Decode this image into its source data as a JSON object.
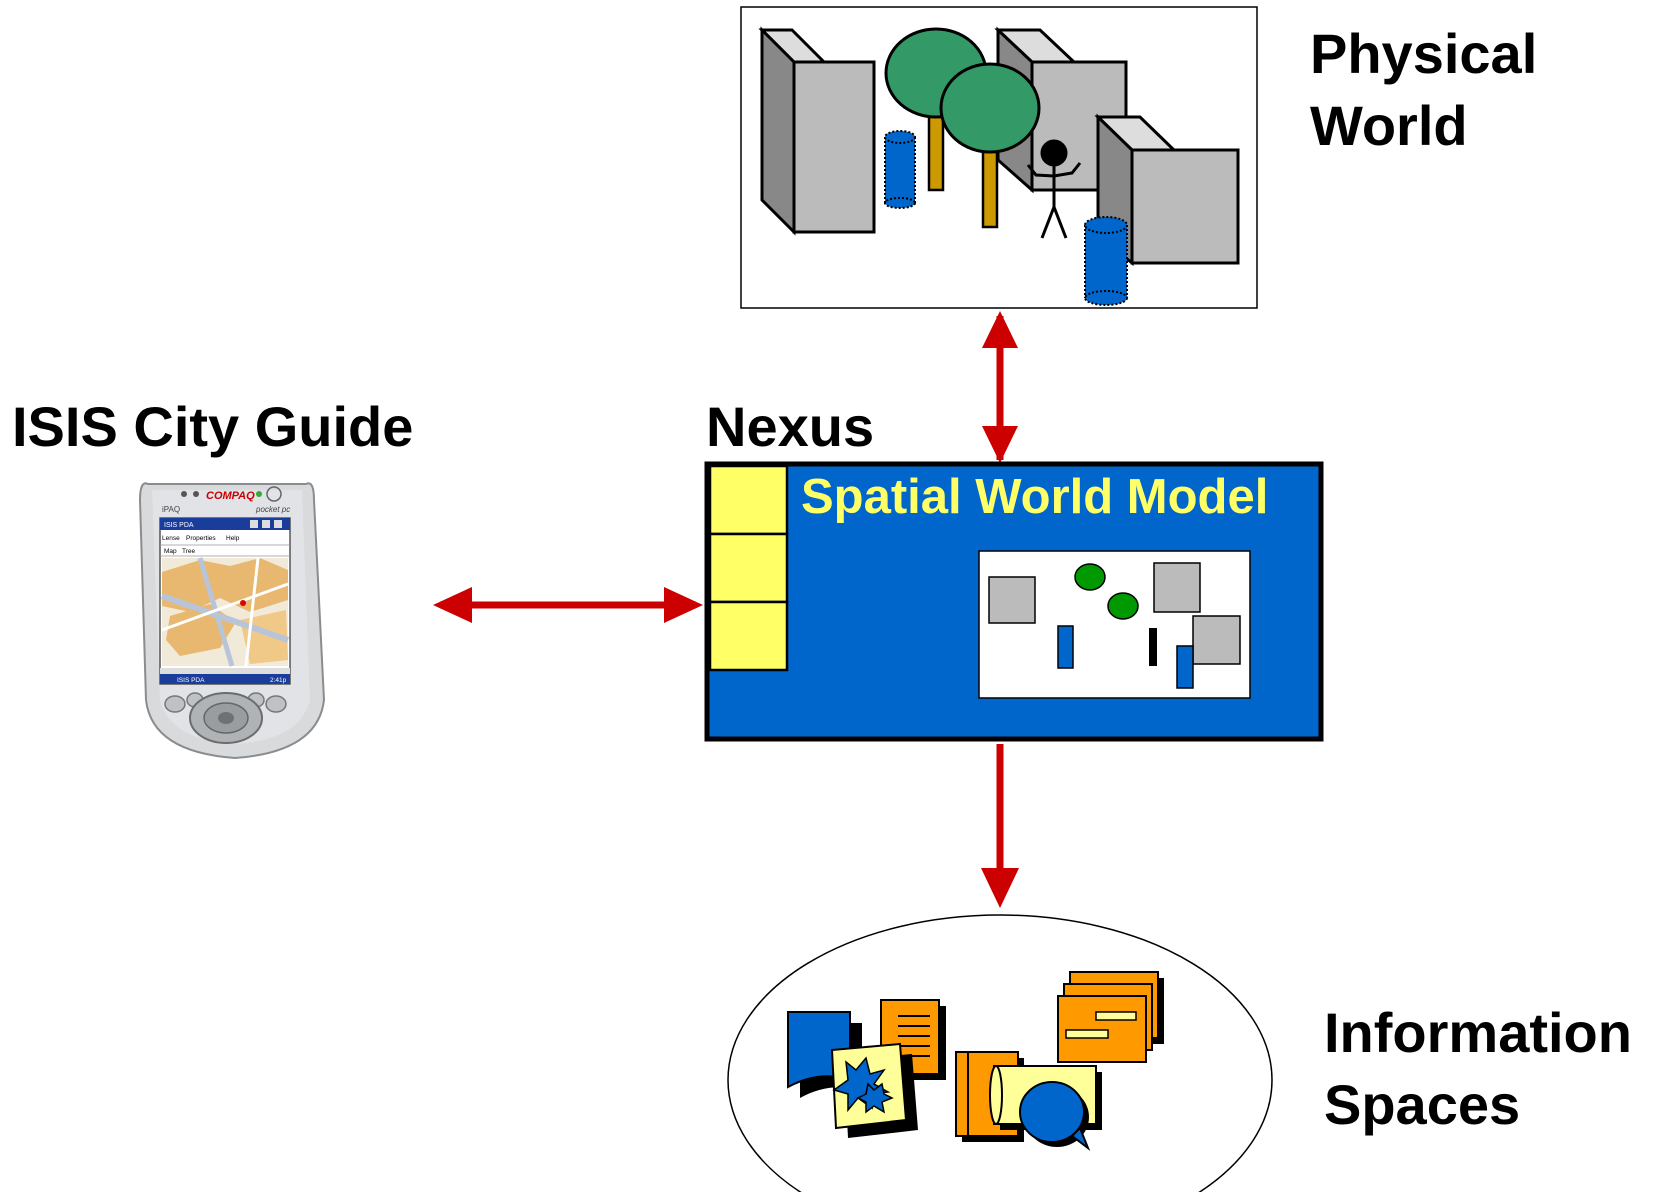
{
  "labels": {
    "physical_world_line1": "Physical",
    "physical_world_line2": "World",
    "isis_city_guide": "ISIS City Guide",
    "nexus": "Nexus",
    "spatial_world_model": "Spatial World Model",
    "information_line1": "Information",
    "information_line2": "Spaces"
  },
  "pda": {
    "brand": "COMPAQ",
    "model": "iPAQ",
    "os": "pocket pc",
    "app_title": "ISIS PDA",
    "menu_items": [
      "Lense",
      "Properties",
      "Help"
    ],
    "tabs": [
      "Map",
      "Tree"
    ],
    "taskbar_app": "ISIS PDA",
    "taskbar_time": "2:41p"
  },
  "colors": {
    "arrow": "#cc0000",
    "model_blue": "#0066cc",
    "model_title": "#ffff66",
    "slot_yellow": "#ffff66",
    "tree_green": "#339966",
    "trunk": "#cc9900",
    "building_gray": "#bbbbbb",
    "cylinder_blue": "#0066cc",
    "doc_orange": "#ff9900",
    "doc_yellow": "#ffff99"
  }
}
